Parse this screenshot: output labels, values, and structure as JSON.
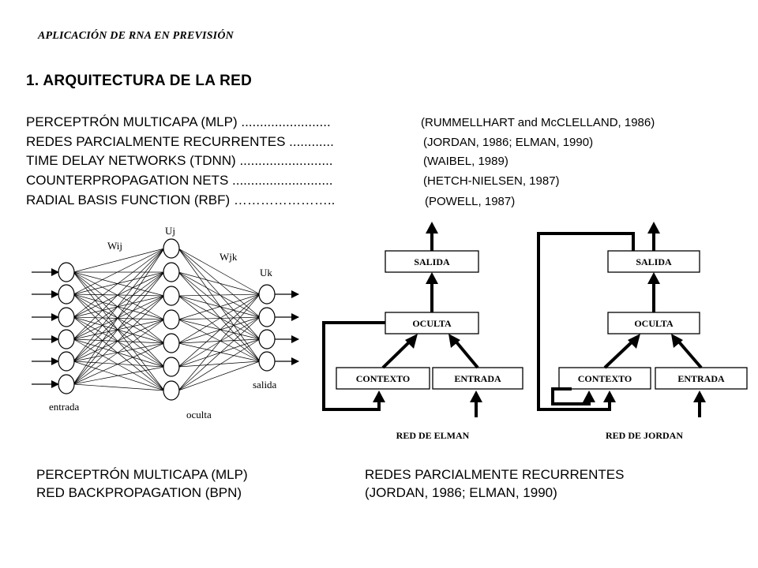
{
  "header": "APLICACIÓN DE RNA EN PREVISIÓN",
  "section_title": "1. ARQUITECTURA DE LA RED",
  "references": [
    {
      "name": "PERCEPTRÓN MULTICAPA (MLP) ........................",
      "cite": "(RUMMELLHART and McCLELLAND, 1986)"
    },
    {
      "name": "REDES PARCIALMENTE RECURRENTES ............",
      "cite": "(JORDAN, 1986; ELMAN, 1990)"
    },
    {
      "name": "TIME DELAY NETWORKS (TDNN) .........................",
      "cite": "(WAIBEL, 1989)"
    },
    {
      "name": "COUNTERPROPAGATION NETS ...........................",
      "cite": "(HETCH-NIELSEN, 1987)"
    },
    {
      "name": "RADIAL BASIS FUNCTION (RBF) …………………..",
      "cite": "(POWELL, 1987)"
    }
  ],
  "mlp_diagram": {
    "w_ij": "Wij",
    "u_j": "Uj",
    "w_jk": "Wjk",
    "u_k": "Uk",
    "input_label": "entrada",
    "hidden_label": "oculta",
    "output_label": "salida"
  },
  "elman": {
    "salida": "SALIDA",
    "oculta": "OCULTA",
    "contexto": "CONTEXTO",
    "entrada": "ENTRADA",
    "title": "RED DE ELMAN"
  },
  "jordan": {
    "salida": "SALIDA",
    "oculta": "OCULTA",
    "contexto": "CONTEXTO",
    "entrada": "ENTRADA",
    "title": "RED DE JORDAN"
  },
  "captions": {
    "left_line1": "PERCEPTRÓN MULTICAPA (MLP)",
    "left_line2": "RED BACKPROPAGATION  (BPN)",
    "right_line1": "REDES PARCIALMENTE RECURRENTES",
    "right_line2": "(JORDAN,  1986; ELMAN, 1990)"
  }
}
